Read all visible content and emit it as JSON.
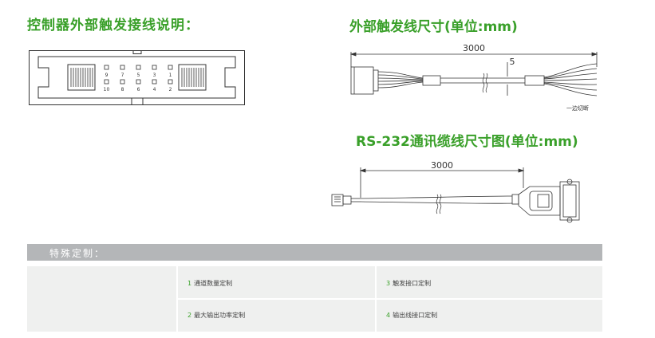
{
  "headings": {
    "left": "控制器外部触发接线说明：",
    "cable_trigger": "外部触发线尺寸(单位:mm)",
    "cable_rs232": "RS-232通讯缆线尺寸图(单位:mm)"
  },
  "connector": {
    "top_row_pins": [
      "9",
      "7",
      "5",
      "3",
      "1"
    ],
    "bottom_row_pins": [
      "10",
      "8",
      "6",
      "4",
      "2"
    ]
  },
  "trigger_cable": {
    "length": "3000",
    "end_length": "5",
    "end_note": "一边切断"
  },
  "rs232_cable": {
    "length": "3000"
  },
  "custom": {
    "title": "特殊定制：",
    "options": [
      {
        "num": "1",
        "label": "通道数量定制"
      },
      {
        "num": "2",
        "label": "最大输出功率定制"
      },
      {
        "num": "3",
        "label": "触发接口定制"
      },
      {
        "num": "4",
        "label": "输出线接口定制"
      }
    ]
  },
  "colors": {
    "heading_green": "#3aa02a",
    "bar_gray": "#b4b6b8",
    "table_bg": "#eff0ef"
  }
}
